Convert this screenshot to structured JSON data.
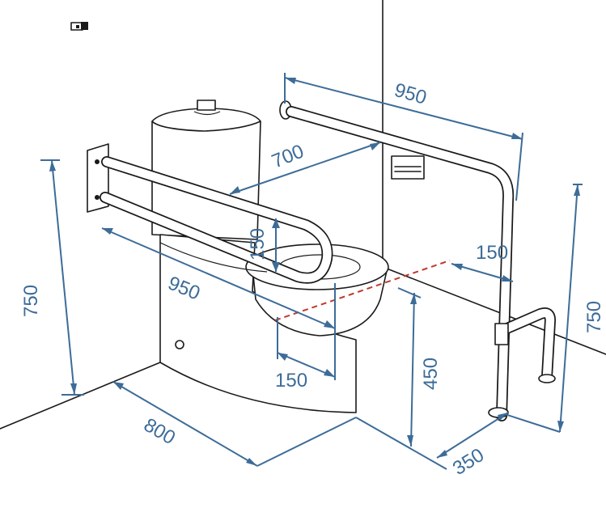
{
  "dimensions": {
    "rail_top_length": "950",
    "rail_drop_length": "700",
    "foldrail_length": "950",
    "foldrail_gap": "150",
    "wall_clearance": "150",
    "bowl_offset": "150",
    "rail_height_left": "750",
    "rail_height_right": "750",
    "seat_height": "450",
    "pan_depth": "800",
    "leg_offset": "350"
  },
  "colors": {
    "dimension": "#3d6c98",
    "centerline": "#c0392b",
    "outline": "#1a1a1a"
  },
  "icons": [
    "toilet-roll-holder-icon",
    "wall-sensor-icon"
  ]
}
